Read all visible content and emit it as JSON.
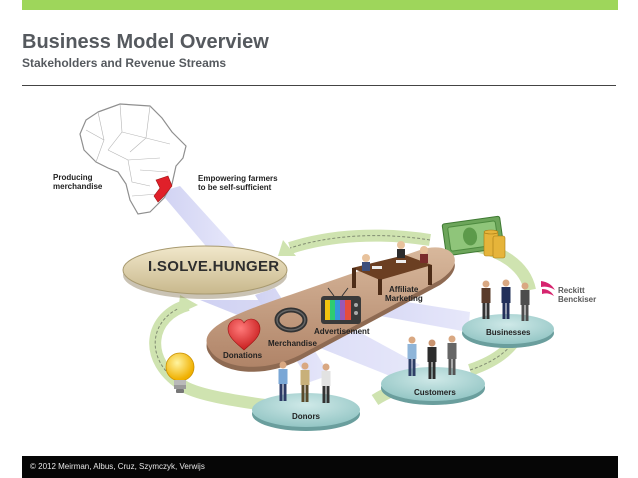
{
  "header": {
    "title": "Business Model Overview",
    "subtitle": "Stakeholders and Revenue Streams"
  },
  "diagram": {
    "center_label": "I.SOLVE.HUNGER",
    "source_labels": {
      "producing": [
        "Producing",
        "merchandise"
      ],
      "empowering": [
        "Empowering farmers",
        "to be self-sufficient"
      ]
    },
    "platform_labels": {
      "affiliate": [
        "Affiliate",
        "Marketing"
      ],
      "advertisement": "Advertisement",
      "merchandise": "Merchandise",
      "donations": "Donations"
    },
    "stakeholders": {
      "businesses": "Businesses",
      "customers": "Customers",
      "donors": "Donors"
    },
    "partner_logo": [
      "Reckitt",
      "Benckiser"
    ],
    "icons": [
      "africa-map-icon",
      "money-icon",
      "lightbulb-icon",
      "heart-icon",
      "wristband-icon",
      "tv-icon",
      "people-icon"
    ],
    "colors": {
      "accent_green": "#9ed65b",
      "platform": "#c9a386",
      "stakeholder_disc": "#a9d3d2",
      "mozambique": "#e0202a",
      "heart": "#e53a3a"
    }
  },
  "footer": {
    "copyright": "© 2012 Meirman, Albus, Cruz, Szymczyk, Verwijs"
  }
}
